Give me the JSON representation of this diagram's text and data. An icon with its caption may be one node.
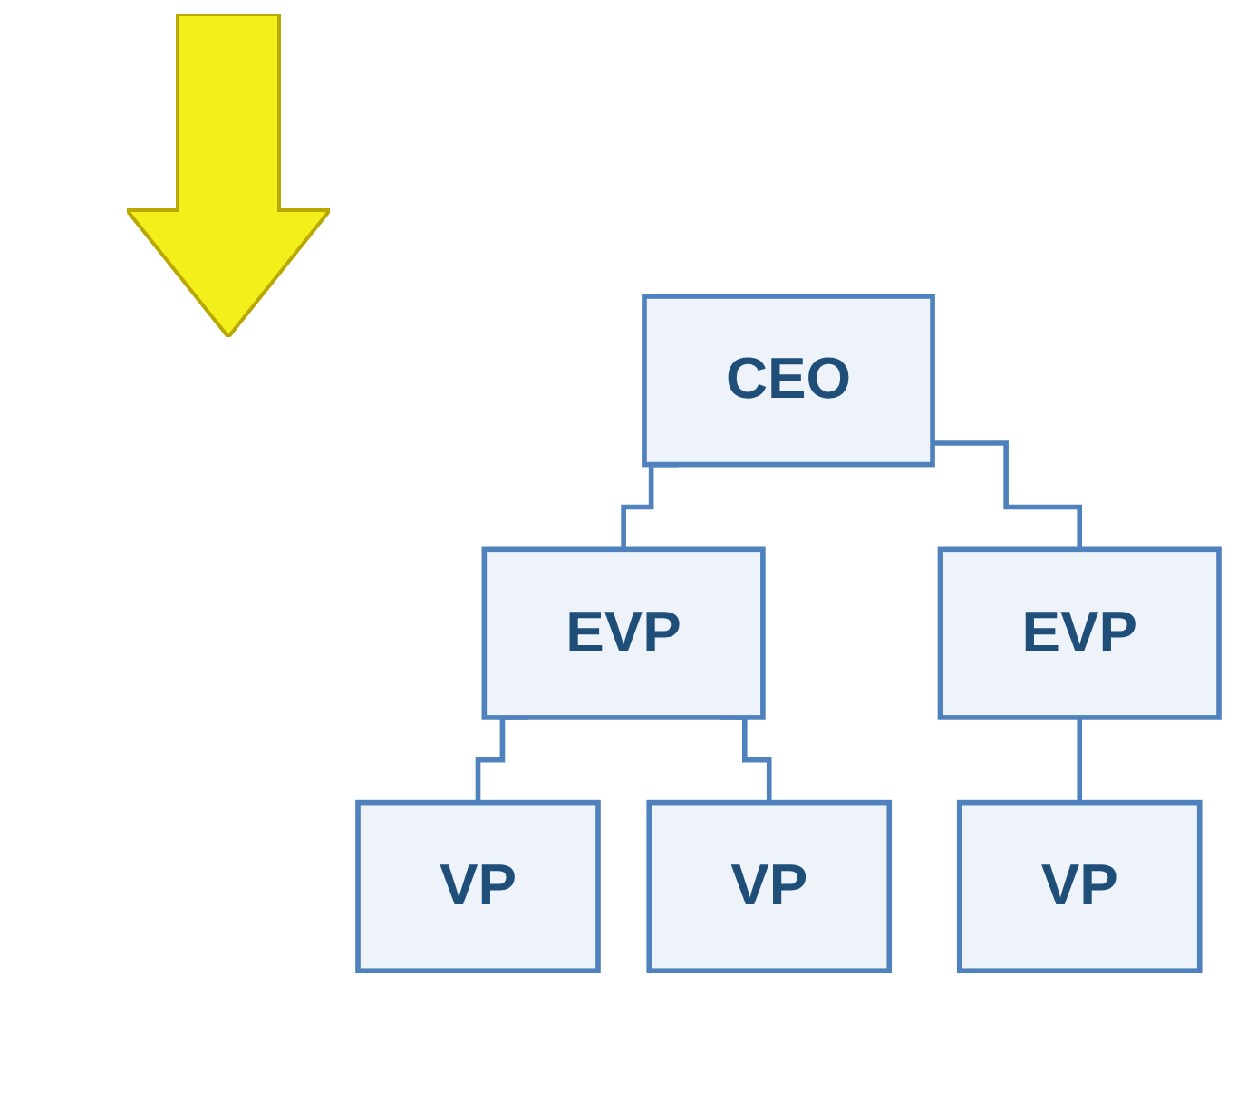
{
  "diagram": {
    "nodes": [
      {
        "text": [
          "CEO"
        ]
      },
      {
        "text": [
          "EVP"
        ]
      },
      {
        "text": [
          "EVP"
        ]
      },
      {
        "text": [
          "VP"
        ]
      },
      {
        "text": [
          "VP"
        ]
      },
      {
        "text": [
          "VP"
        ]
      }
    ],
    "edges": [
      {
        "from": 0,
        "to": 1,
        "arrow": "none"
      },
      {
        "from": 0,
        "to": 2,
        "arrow": "none"
      },
      {
        "from": 1,
        "to": 3,
        "arrow": "none"
      },
      {
        "from": 1,
        "to": 4,
        "arrow": "none"
      },
      {
        "from": 2,
        "to": 5,
        "arrow": "none"
      }
    ]
  }
}
